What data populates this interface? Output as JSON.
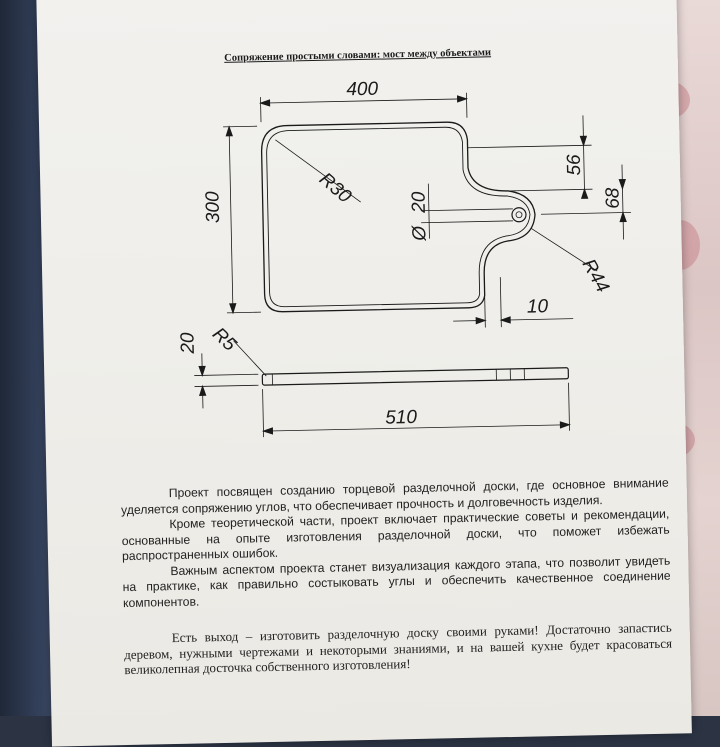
{
  "document": {
    "title": "Сопряжение простыми словами: мост между объектами",
    "dimensions": {
      "width_top": "400",
      "height_left": "300",
      "corner_radius": "R30",
      "hole_offset": "20",
      "hole_diameter": "Ø",
      "handle_top": "56",
      "handle_width": "68",
      "handle_radius": "R44",
      "handle_offset": "10",
      "thickness": "20",
      "edge_radius": "R5",
      "total_length": "510"
    },
    "paragraphs": [
      "Проект посвящен созданию торцевой разделочной доски, где основное внимание уделяется сопряжению углов, что обеспечивает прочность и долговечность изделия.",
      "Кроме теоретической части, проект включает практические советы и рекомендации, основанные на опыте изготовления разделочной доски, что поможет избежать распространенных ошибок.",
      "Важным аспектом проекта станет визуализация каждого этапа, что позволит увидеть на практике, как правильно состыковать углы и обеспечить качественное соединение компонентов.",
      "Есть выход – изготовить разделочную доску своими руками! Достаточно запастись деревом, нужными чертежами и некоторыми знаниями, и на вашей кухне будет красоваться великолепная досточка собственного изготовления!"
    ]
  }
}
